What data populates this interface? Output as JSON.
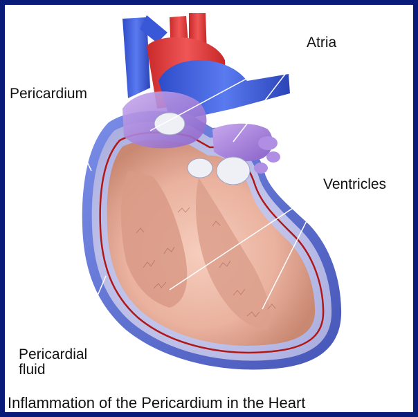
{
  "labels": {
    "atria": "Atria",
    "pericardium": "Pericardium",
    "ventricles": "Ventricles",
    "pericardial_fluid": "Pericardial\nfluid"
  },
  "caption": "Inflammation of the Pericardium in the Heart",
  "colors": {
    "frame_border": "#0a1a78",
    "background": "#ffffff",
    "artery_red": "#e03a3a",
    "vein_blue": "#3e5ee0",
    "pericardium_blue": "#5a6fd0",
    "pericardial_fluid": "#c6c8ee",
    "inflamed_lining": "#b01818",
    "myocardium": "#efb9a8",
    "atrium_purple": "#a07ad8",
    "leader_line": "#ffffff"
  }
}
